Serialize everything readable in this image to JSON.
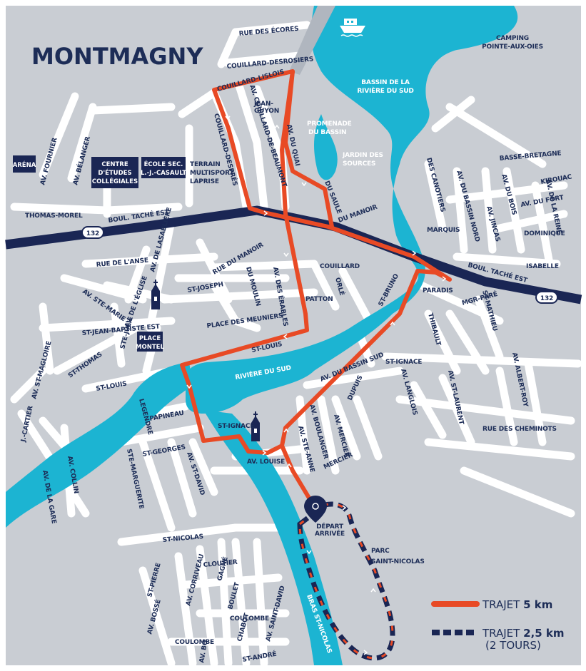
{
  "title": "MONTMAGNY",
  "colors": {
    "land": "#c9cdd3",
    "street": "#ffffff",
    "water": "#1cb4d2",
    "highway": "#1a2654",
    "route5k": "#e84a25",
    "route25k": "#1a2654",
    "building": "#1a2654"
  },
  "highway": {
    "number": "132",
    "label": "BOUL. TACHÉ EST"
  },
  "places": {
    "camping": [
      "CAMPING",
      "POINTE-AUX-OIES"
    ],
    "bassin": [
      "BASSIN DE LA",
      "RIVIÈRE DU SUD"
    ],
    "promenade": [
      "PROMENADE",
      "DU BASSIN"
    ],
    "jardin": [
      "JARDIN DES",
      "SOURCES"
    ],
    "riviere": "RIVIÈRE DU SUD",
    "bras": "BRAS ST-NICOLAS",
    "parc": [
      "PARC",
      "SAINT-NICOLAS"
    ],
    "depart": [
      "DÉPART",
      "ARRIVÉE"
    ],
    "arena": "ARÉNA",
    "cegep": [
      "CENTRE",
      "D'ÉTUDES",
      "COLLÉGIALES"
    ],
    "ecole": [
      "ÉCOLE SEC.",
      "L.-J.-CASAULT"
    ],
    "terrain": [
      "TERRAIN",
      "MULTISPORT",
      "LAPRISE"
    ],
    "place_montel": [
      "PLACE",
      "MONTEL"
    ]
  },
  "streets": {
    "ecores": "RUE DES ÉCORES",
    "desrosiers": "COUILLARD-DESROSIERS",
    "lislois": "COUILLARD-LISLOIS",
    "jean_guyon": [
      "JEAN-",
      "GUYON"
    ],
    "beaumont": "AV. COUILLARD-DE-BEAUMONT",
    "despres": "COUILLARD-DESPRÉS",
    "quai": "AV. DU QUAI",
    "saule": "DU SAULE",
    "manoir_e": "DU MANOIR",
    "canotiers": "DES CANOTIERS",
    "basse_bretagne": "BASSE-BRETAGNE",
    "bassin_nord": "AV. DU BASSIN NORD",
    "marquis": "MARQUIS",
    "jincas": "AV. JINCAS",
    "bois": "AV. DU BOIS",
    "fort": "AV. DU FORT",
    "kiroua": "KIROUAC",
    "reine": "AV. DE LA REINE",
    "dominique": "DOMINIQUE",
    "isabelle": "ISABELLE",
    "paradis": "PARADIS",
    "thibault": "THIBAULT",
    "mgr_pare": "MGR-PARÉ",
    "st_mathieu": "ST-MATHIEU",
    "st_bruno": "ST-BRUNO",
    "bassin_sud": "AV. DU BASSIN SUD",
    "st_ignace_e": "ST-IGNACE",
    "langlois": "AV. LANGLOIS",
    "st_laurent": "AV. ST-LAURENT",
    "albert_roy": "AV. ALBERT-ROY",
    "cheminots": "RUE DES CHEMINOTS",
    "fournier": "AV. FOURNIER",
    "belanger": "AV. BÉLANGER",
    "thomas_morel": "THOMAS-MOREL",
    "anse": "RUE DE L'ANSE",
    "lasalle": "AV. DE LASABLIÈRE",
    "manoir_w": "RUE DU MANOIR",
    "moulin": "DU MOULIN",
    "st_joseph": "ST-JOSEPH",
    "couillard": "COUILLARD",
    "orla": "ORLÉ",
    "patton": "PATTON",
    "erables": "AV. DES ÉRABLES",
    "meuniers": "PLACE DES MEUNIERS",
    "st_louis_n": "ST-LOUIS",
    "ste_marie": "AV. STE-MARIE",
    "eglise": "AV. DE L'ÉGLISE",
    "st_magloire": "AV. ST-MAGLOIRE",
    "jean_baptiste": "ST-JEAN-BAPTISTE EST",
    "st_thomas": "ST-THOMAS",
    "ste_julie": "STE-JULIE",
    "st_louis_w": "ST-LOUIS",
    "jcartier": "J.-CARTIER",
    "gare": "AV. DE LA GARE",
    "collin": "AV. COLLIN",
    "legendre": "LEGENDRE",
    "papineau": "PAPINEAU",
    "st_georges": "ST-GEORGES",
    "ste_marguerite": "STE-MARGUERITE",
    "st_david": "AV. ST-DAVID",
    "st_ignace_w": "ST-IGNACE",
    "louise": "AV. LOUISE",
    "boulanger": "AV. BOULANGER",
    "ste_anne": "AV. STE-ANNE",
    "mercier_av": "AV. MERCIER",
    "mercier": "MERCIER",
    "dupuis": "DUPUIS",
    "st_nicolas": "ST-NICOLAS",
    "cloutier": "CLOUTIER",
    "gagne": "GAGNÉ",
    "corriveau": "AV. CORRIVEAU",
    "boulet": "BOULET",
    "coulombe": "COULOMBE",
    "chabot": "CHABOT",
    "st_pierre": "ST-PIERRE",
    "bosse": "AV. BOSSÉ",
    "coulombe_s": "COULOMBE",
    "av_bi": "AV. BO",
    "st_andre": "ST-ANDRÉ",
    "saint_david": "AV. SAINT-DAVID"
  },
  "legend": [
    {
      "prefix": "TRAJET ",
      "value": "5 km",
      "note": ""
    },
    {
      "prefix": "TRAJET ",
      "value": "2,5 km",
      "note": "(2 TOURS)"
    }
  ]
}
